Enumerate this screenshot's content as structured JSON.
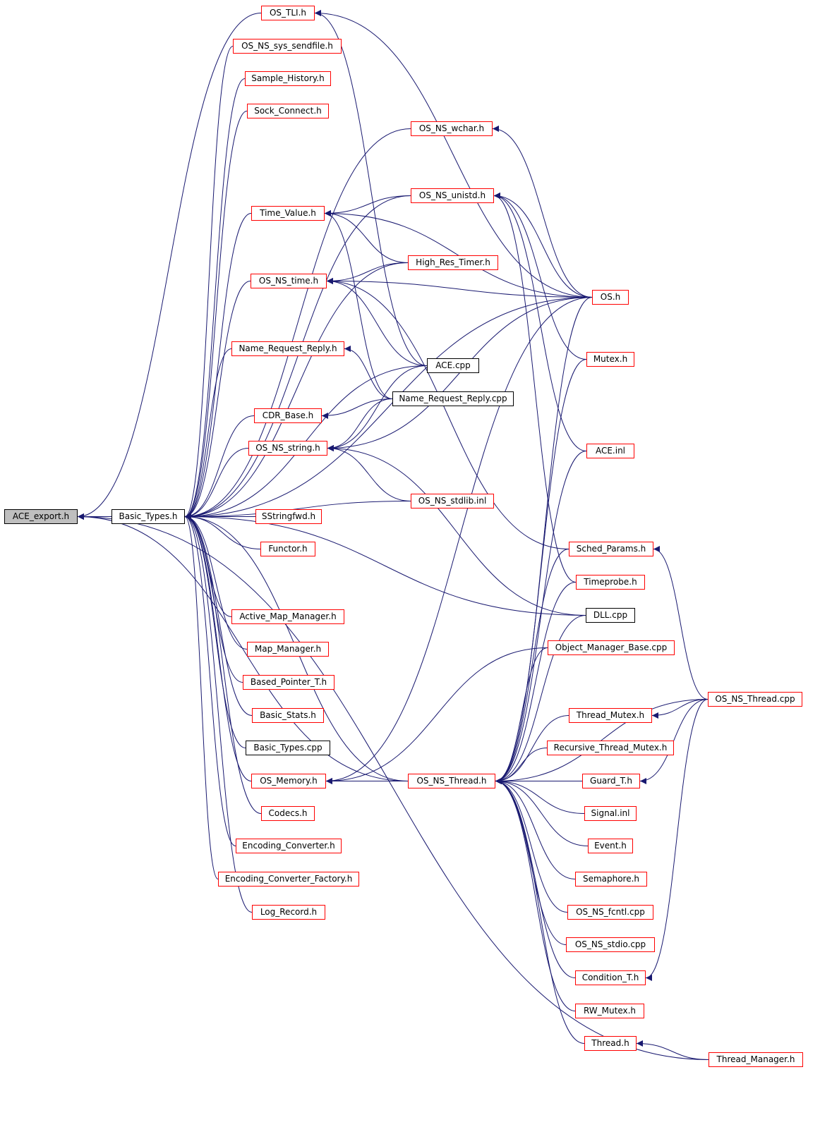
{
  "graph": {
    "colors": {
      "edge": "#191970",
      "missing_node_border": "#ff0000",
      "documented_node_border": "#000000",
      "root_fill": "#bfbfbf"
    },
    "nodes": [
      {
        "id": "ace-export",
        "label": "ACE_export.h",
        "kind": "root"
      },
      {
        "id": "basic-types",
        "label": "Basic_Types.h",
        "kind": "plain"
      },
      {
        "id": "os-tli",
        "label": "OS_TLI.h",
        "kind": "red"
      },
      {
        "id": "os-ns-sys-sendfile",
        "label": "OS_NS_sys_sendfile.h",
        "kind": "red"
      },
      {
        "id": "sample-history",
        "label": "Sample_History.h",
        "kind": "red"
      },
      {
        "id": "sock-connect",
        "label": "Sock_Connect.h",
        "kind": "red"
      },
      {
        "id": "os-ns-wchar",
        "label": "OS_NS_wchar.h",
        "kind": "red"
      },
      {
        "id": "os-ns-unistd",
        "label": "OS_NS_unistd.h",
        "kind": "red"
      },
      {
        "id": "time-value",
        "label": "Time_Value.h",
        "kind": "red"
      },
      {
        "id": "high-res-timer",
        "label": "High_Res_Timer.h",
        "kind": "red"
      },
      {
        "id": "os-ns-time",
        "label": "OS_NS_time.h",
        "kind": "red"
      },
      {
        "id": "os-h",
        "label": "OS.h",
        "kind": "red"
      },
      {
        "id": "name-request-reply-h",
        "label": "Name_Request_Reply.h",
        "kind": "red"
      },
      {
        "id": "ace-cpp",
        "label": "ACE.cpp",
        "kind": "plain"
      },
      {
        "id": "mutex-h",
        "label": "Mutex.h",
        "kind": "red"
      },
      {
        "id": "name-request-reply-cpp",
        "label": "Name_Request_Reply.cpp",
        "kind": "plain"
      },
      {
        "id": "cdr-base",
        "label": "CDR_Base.h",
        "kind": "red"
      },
      {
        "id": "os-ns-string",
        "label": "OS_NS_string.h",
        "kind": "red"
      },
      {
        "id": "ace-inl",
        "label": "ACE.inl",
        "kind": "red"
      },
      {
        "id": "os-ns-stdlib-inl",
        "label": "OS_NS_stdlib.inl",
        "kind": "red"
      },
      {
        "id": "sstringfwd",
        "label": "SStringfwd.h",
        "kind": "red"
      },
      {
        "id": "functor",
        "label": "Functor.h",
        "kind": "red"
      },
      {
        "id": "sched-params",
        "label": "Sched_Params.h",
        "kind": "red"
      },
      {
        "id": "timeprobe",
        "label": "Timeprobe.h",
        "kind": "red"
      },
      {
        "id": "active-map-manager",
        "label": "Active_Map_Manager.h",
        "kind": "red"
      },
      {
        "id": "dll-cpp",
        "label": "DLL.cpp",
        "kind": "plain"
      },
      {
        "id": "map-manager",
        "label": "Map_Manager.h",
        "kind": "red"
      },
      {
        "id": "object-manager-base",
        "label": "Object_Manager_Base.cpp",
        "kind": "red"
      },
      {
        "id": "based-pointer-t",
        "label": "Based_Pointer_T.h",
        "kind": "red"
      },
      {
        "id": "os-ns-thread-cpp",
        "label": "OS_NS_Thread.cpp",
        "kind": "red"
      },
      {
        "id": "basic-stats",
        "label": "Basic_Stats.h",
        "kind": "red"
      },
      {
        "id": "thread-mutex",
        "label": "Thread_Mutex.h",
        "kind": "red"
      },
      {
        "id": "basic-types-cpp",
        "label": "Basic_Types.cpp",
        "kind": "plain"
      },
      {
        "id": "recursive-thread-mutex",
        "label": "Recursive_Thread_Mutex.h",
        "kind": "red"
      },
      {
        "id": "os-memory",
        "label": "OS_Memory.h",
        "kind": "red"
      },
      {
        "id": "os-ns-thread-h",
        "label": "OS_NS_Thread.h",
        "kind": "red"
      },
      {
        "id": "guard-t",
        "label": "Guard_T.h",
        "kind": "red"
      },
      {
        "id": "codecs",
        "label": "Codecs.h",
        "kind": "red"
      },
      {
        "id": "signal-inl",
        "label": "Signal.inl",
        "kind": "red"
      },
      {
        "id": "encoding-converter",
        "label": "Encoding_Converter.h",
        "kind": "red"
      },
      {
        "id": "event-h",
        "label": "Event.h",
        "kind": "red"
      },
      {
        "id": "encoding-converter-factory",
        "label": "Encoding_Converter_Factory.h",
        "kind": "red"
      },
      {
        "id": "semaphore",
        "label": "Semaphore.h",
        "kind": "red"
      },
      {
        "id": "log-record",
        "label": "Log_Record.h",
        "kind": "red"
      },
      {
        "id": "os-ns-fcntl",
        "label": "OS_NS_fcntl.cpp",
        "kind": "red"
      },
      {
        "id": "os-ns-stdio",
        "label": "OS_NS_stdio.cpp",
        "kind": "red"
      },
      {
        "id": "condition-t",
        "label": "Condition_T.h",
        "kind": "red"
      },
      {
        "id": "rw-mutex",
        "label": "RW_Mutex.h",
        "kind": "red"
      },
      {
        "id": "thread-h",
        "label": "Thread.h",
        "kind": "red"
      },
      {
        "id": "thread-manager",
        "label": "Thread_Manager.h",
        "kind": "red"
      }
    ],
    "edges": [
      [
        "basic-types",
        "ace-export"
      ],
      [
        "os-tli",
        "ace-export"
      ],
      [
        "os-ns-thread-h",
        "ace-export"
      ],
      [
        "thread-manager",
        "ace-export"
      ],
      [
        "os-ns-sys-sendfile",
        "basic-types"
      ],
      [
        "sample-history",
        "basic-types"
      ],
      [
        "sock-connect",
        "basic-types"
      ],
      [
        "os-ns-wchar",
        "basic-types"
      ],
      [
        "time-value",
        "basic-types"
      ],
      [
        "os-ns-time",
        "basic-types"
      ],
      [
        "name-request-reply-h",
        "basic-types"
      ],
      [
        "cdr-base",
        "basic-types"
      ],
      [
        "os-ns-string",
        "basic-types"
      ],
      [
        "os-ns-stdlib-inl",
        "basic-types"
      ],
      [
        "sstringfwd",
        "basic-types"
      ],
      [
        "functor",
        "basic-types"
      ],
      [
        "active-map-manager",
        "basic-types"
      ],
      [
        "map-manager",
        "basic-types"
      ],
      [
        "based-pointer-t",
        "basic-types"
      ],
      [
        "basic-stats",
        "basic-types"
      ],
      [
        "basic-types-cpp",
        "basic-types"
      ],
      [
        "os-memory",
        "basic-types"
      ],
      [
        "codecs",
        "basic-types"
      ],
      [
        "encoding-converter",
        "basic-types"
      ],
      [
        "encoding-converter-factory",
        "basic-types"
      ],
      [
        "log-record",
        "basic-types"
      ],
      [
        "os-ns-unistd",
        "basic-types"
      ],
      [
        "high-res-timer",
        "basic-types"
      ],
      [
        "ace-cpp",
        "basic-types"
      ],
      [
        "os-h",
        "basic-types"
      ],
      [
        "dll-cpp",
        "basic-types"
      ],
      [
        "os-ns-thread-h",
        "basic-types"
      ],
      [
        "ace-cpp",
        "os-tli"
      ],
      [
        "os-h",
        "os-tli"
      ],
      [
        "os-h",
        "os-ns-wchar"
      ],
      [
        "os-ns-unistd",
        "time-value"
      ],
      [
        "high-res-timer",
        "time-value"
      ],
      [
        "os-h",
        "time-value"
      ],
      [
        "name-request-reply-cpp",
        "time-value"
      ],
      [
        "os-h",
        "os-ns-unistd"
      ],
      [
        "mutex-h",
        "os-ns-unistd"
      ],
      [
        "ace-inl",
        "os-ns-unistd"
      ],
      [
        "timeprobe",
        "os-ns-unistd"
      ],
      [
        "high-res-timer",
        "os-ns-time"
      ],
      [
        "os-h",
        "os-ns-time"
      ],
      [
        "ace-cpp",
        "os-ns-time"
      ],
      [
        "sched-params",
        "os-ns-time"
      ],
      [
        "name-request-reply-cpp",
        "name-request-reply-h"
      ],
      [
        "name-request-reply-cpp",
        "cdr-base"
      ],
      [
        "ace-cpp",
        "os-ns-string"
      ],
      [
        "name-request-reply-cpp",
        "os-ns-string"
      ],
      [
        "os-h",
        "os-ns-string"
      ],
      [
        "os-ns-stdlib-inl",
        "os-ns-string"
      ],
      [
        "dll-cpp",
        "os-ns-string"
      ],
      [
        "os-h",
        "os-memory"
      ],
      [
        "object-manager-base",
        "os-memory"
      ],
      [
        "os-ns-thread-h",
        "os-memory"
      ],
      [
        "os-ns-thread-cpp",
        "sched-params"
      ],
      [
        "os-ns-thread-cpp",
        "thread-mutex"
      ],
      [
        "os-ns-thread-cpp",
        "guard-t"
      ],
      [
        "os-ns-thread-cpp",
        "condition-t"
      ],
      [
        "thread-manager",
        "thread-h"
      ],
      [
        "os-h",
        "os-ns-thread-h"
      ],
      [
        "mutex-h",
        "os-ns-thread-h"
      ],
      [
        "ace-inl",
        "os-ns-thread-h"
      ],
      [
        "sched-params",
        "os-ns-thread-h"
      ],
      [
        "timeprobe",
        "os-ns-thread-h"
      ],
      [
        "dll-cpp",
        "os-ns-thread-h"
      ],
      [
        "object-manager-base",
        "os-ns-thread-h"
      ],
      [
        "os-ns-thread-cpp",
        "os-ns-thread-h"
      ],
      [
        "thread-mutex",
        "os-ns-thread-h"
      ],
      [
        "recursive-thread-mutex",
        "os-ns-thread-h"
      ],
      [
        "guard-t",
        "os-ns-thread-h"
      ],
      [
        "signal-inl",
        "os-ns-thread-h"
      ],
      [
        "event-h",
        "os-ns-thread-h"
      ],
      [
        "semaphore",
        "os-ns-thread-h"
      ],
      [
        "os-ns-fcntl",
        "os-ns-thread-h"
      ],
      [
        "os-ns-stdio",
        "os-ns-thread-h"
      ],
      [
        "condition-t",
        "os-ns-thread-h"
      ],
      [
        "rw-mutex",
        "os-ns-thread-h"
      ],
      [
        "thread-h",
        "os-ns-thread-h"
      ]
    ]
  }
}
